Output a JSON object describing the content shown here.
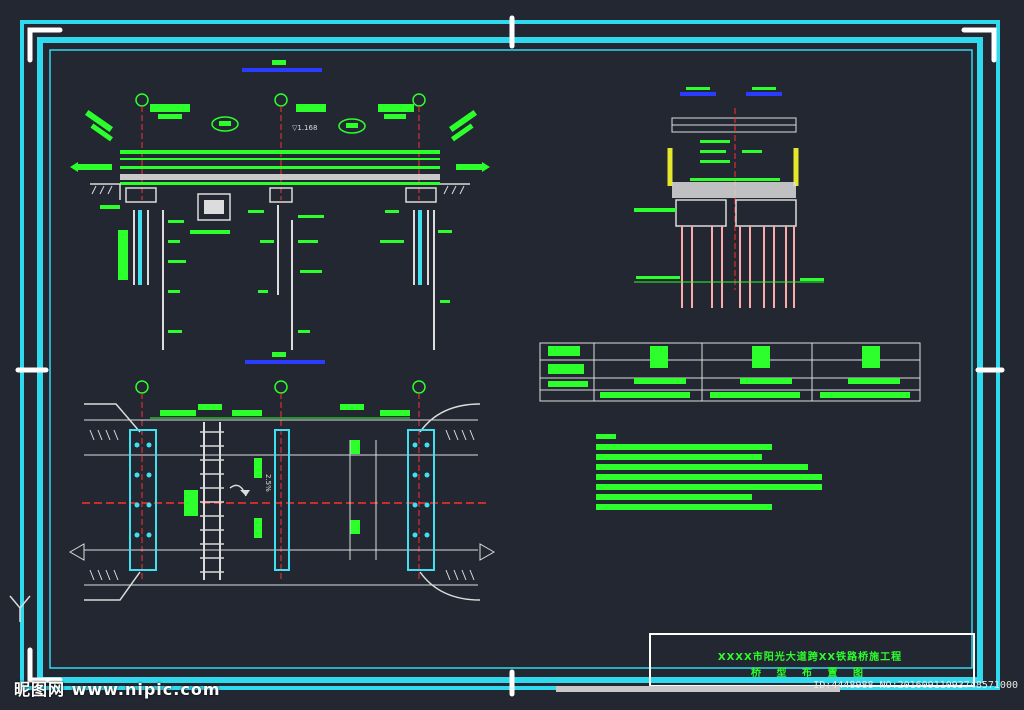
{
  "drawing": {
    "title_main": "XXXX市阳光大道跨XX铁路桥施工程",
    "title_sub": "桥 型 布 置 图",
    "elev_label": "▽1.168",
    "dim_label": "2.5%"
  },
  "watermark": {
    "site": "昵图网 www.nipic.com",
    "id": "ID:4448988 NO:20160911093748571000"
  },
  "colors": {
    "background": "#222731",
    "frame": "#2fd9ee",
    "green": "#2cff2c",
    "red": "#ff3030",
    "blue": "#2a3cff",
    "yellow": "#e6e62a",
    "white": "#dcdcdc",
    "cyan": "#40e0f0"
  }
}
